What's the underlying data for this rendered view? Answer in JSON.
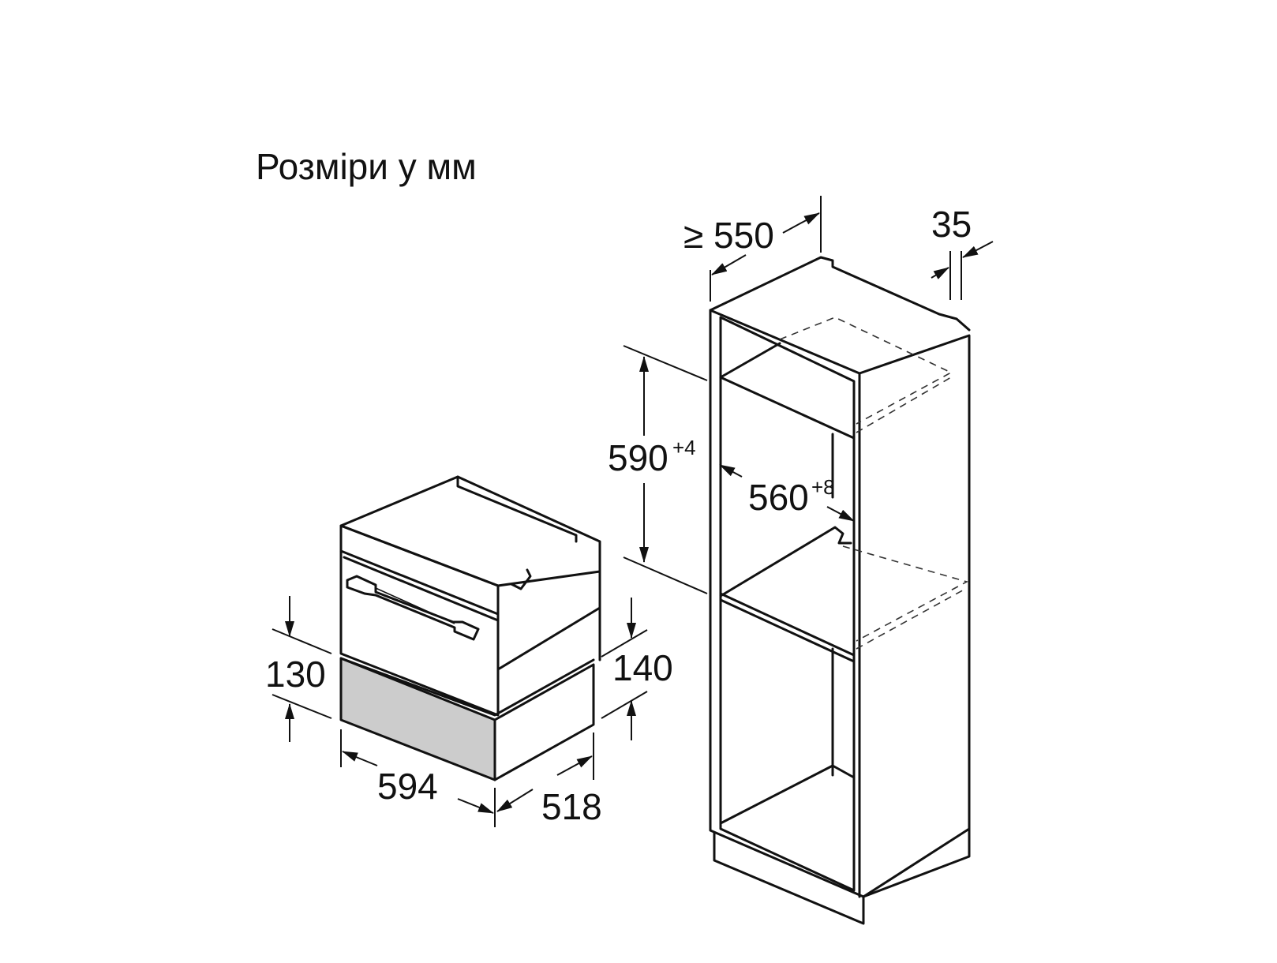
{
  "caption": "Розміри у мм",
  "dimensions": {
    "cabinet_width_min": "≥ 550",
    "cabinet_wall": "35",
    "niche_height": "590",
    "niche_height_tol": "+4",
    "niche_width": "560",
    "niche_width_tol": "+8",
    "drawer_height_front": "130",
    "drawer_height_side": "140",
    "drawer_width": "594",
    "drawer_depth": "518"
  },
  "colors": {
    "line": "#111111",
    "drawer_front_fill": "#cccccc",
    "background": "#ffffff"
  }
}
